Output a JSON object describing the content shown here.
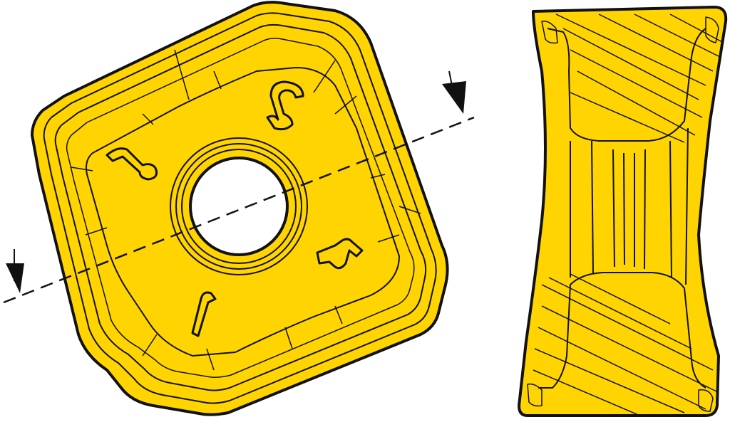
{
  "figure": {
    "description_text": "",
    "colors": {
      "insert_fill": "#FFD400",
      "outline": "#111111",
      "background": "#FFFFFF",
      "hole": "#FFFFFF"
    },
    "views": [
      {
        "name": "top-view",
        "shape": "rounded-square-insert",
        "features": [
          "central-hole",
          "corner-markings-1-4",
          "section-line"
        ]
      },
      {
        "name": "side-view",
        "shape": "hourglass-profile",
        "features": [
          "hatched-section",
          "chamfered-ends"
        ]
      }
    ],
    "section_arrows": 2,
    "corner_marks": [
      "hook-mark-1",
      "hook-mark-2",
      "hook-mark-3",
      "hook-mark-4"
    ]
  }
}
